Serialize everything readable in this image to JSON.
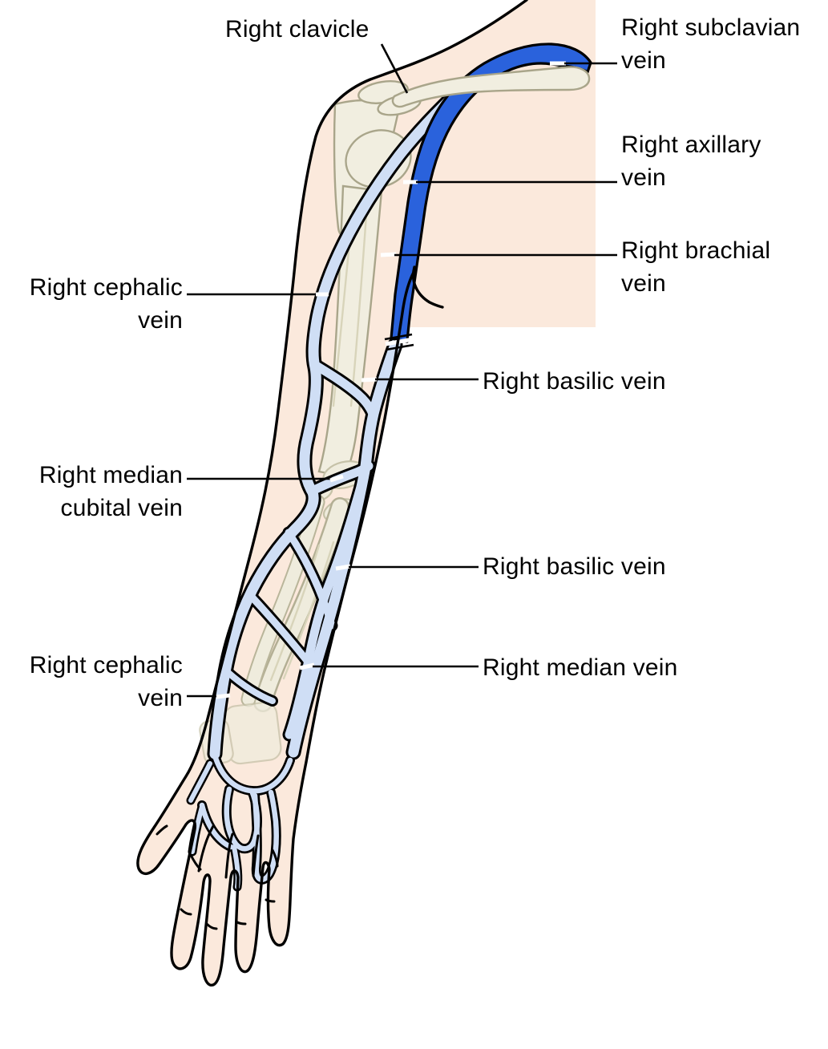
{
  "labels": {
    "clavicle": {
      "text": "Right clavicle"
    },
    "subclavian": {
      "line1": "Right subclavian",
      "line2": "vein"
    },
    "axillary": {
      "line1": "Right axillary",
      "line2": "vein"
    },
    "brachial": {
      "line1": "Right brachial",
      "line2": "vein"
    },
    "cephalic_upper": {
      "line1": "Right cephalic",
      "line2": "vein"
    },
    "basilic_upper": {
      "text": "Right basilic vein"
    },
    "median_cubital": {
      "line1": "Right median",
      "line2": "cubital vein"
    },
    "basilic_lower": {
      "text": "Right basilic vein"
    },
    "median": {
      "text": "Right median vein"
    },
    "cephalic_lower": {
      "line1": "Right cephalic",
      "line2": "vein"
    }
  },
  "colors": {
    "background": "#ffffff",
    "skin": "#fbe9dc",
    "outline": "#000000",
    "bone_fill": "#f1eee0",
    "bone_outline": "#a9a58a",
    "bone_ghost_outline": "#c6c2a8",
    "vein_dark_blue": "#2a62dc",
    "vein_light_blue": "#cfdef5",
    "label_text": "#000000"
  }
}
